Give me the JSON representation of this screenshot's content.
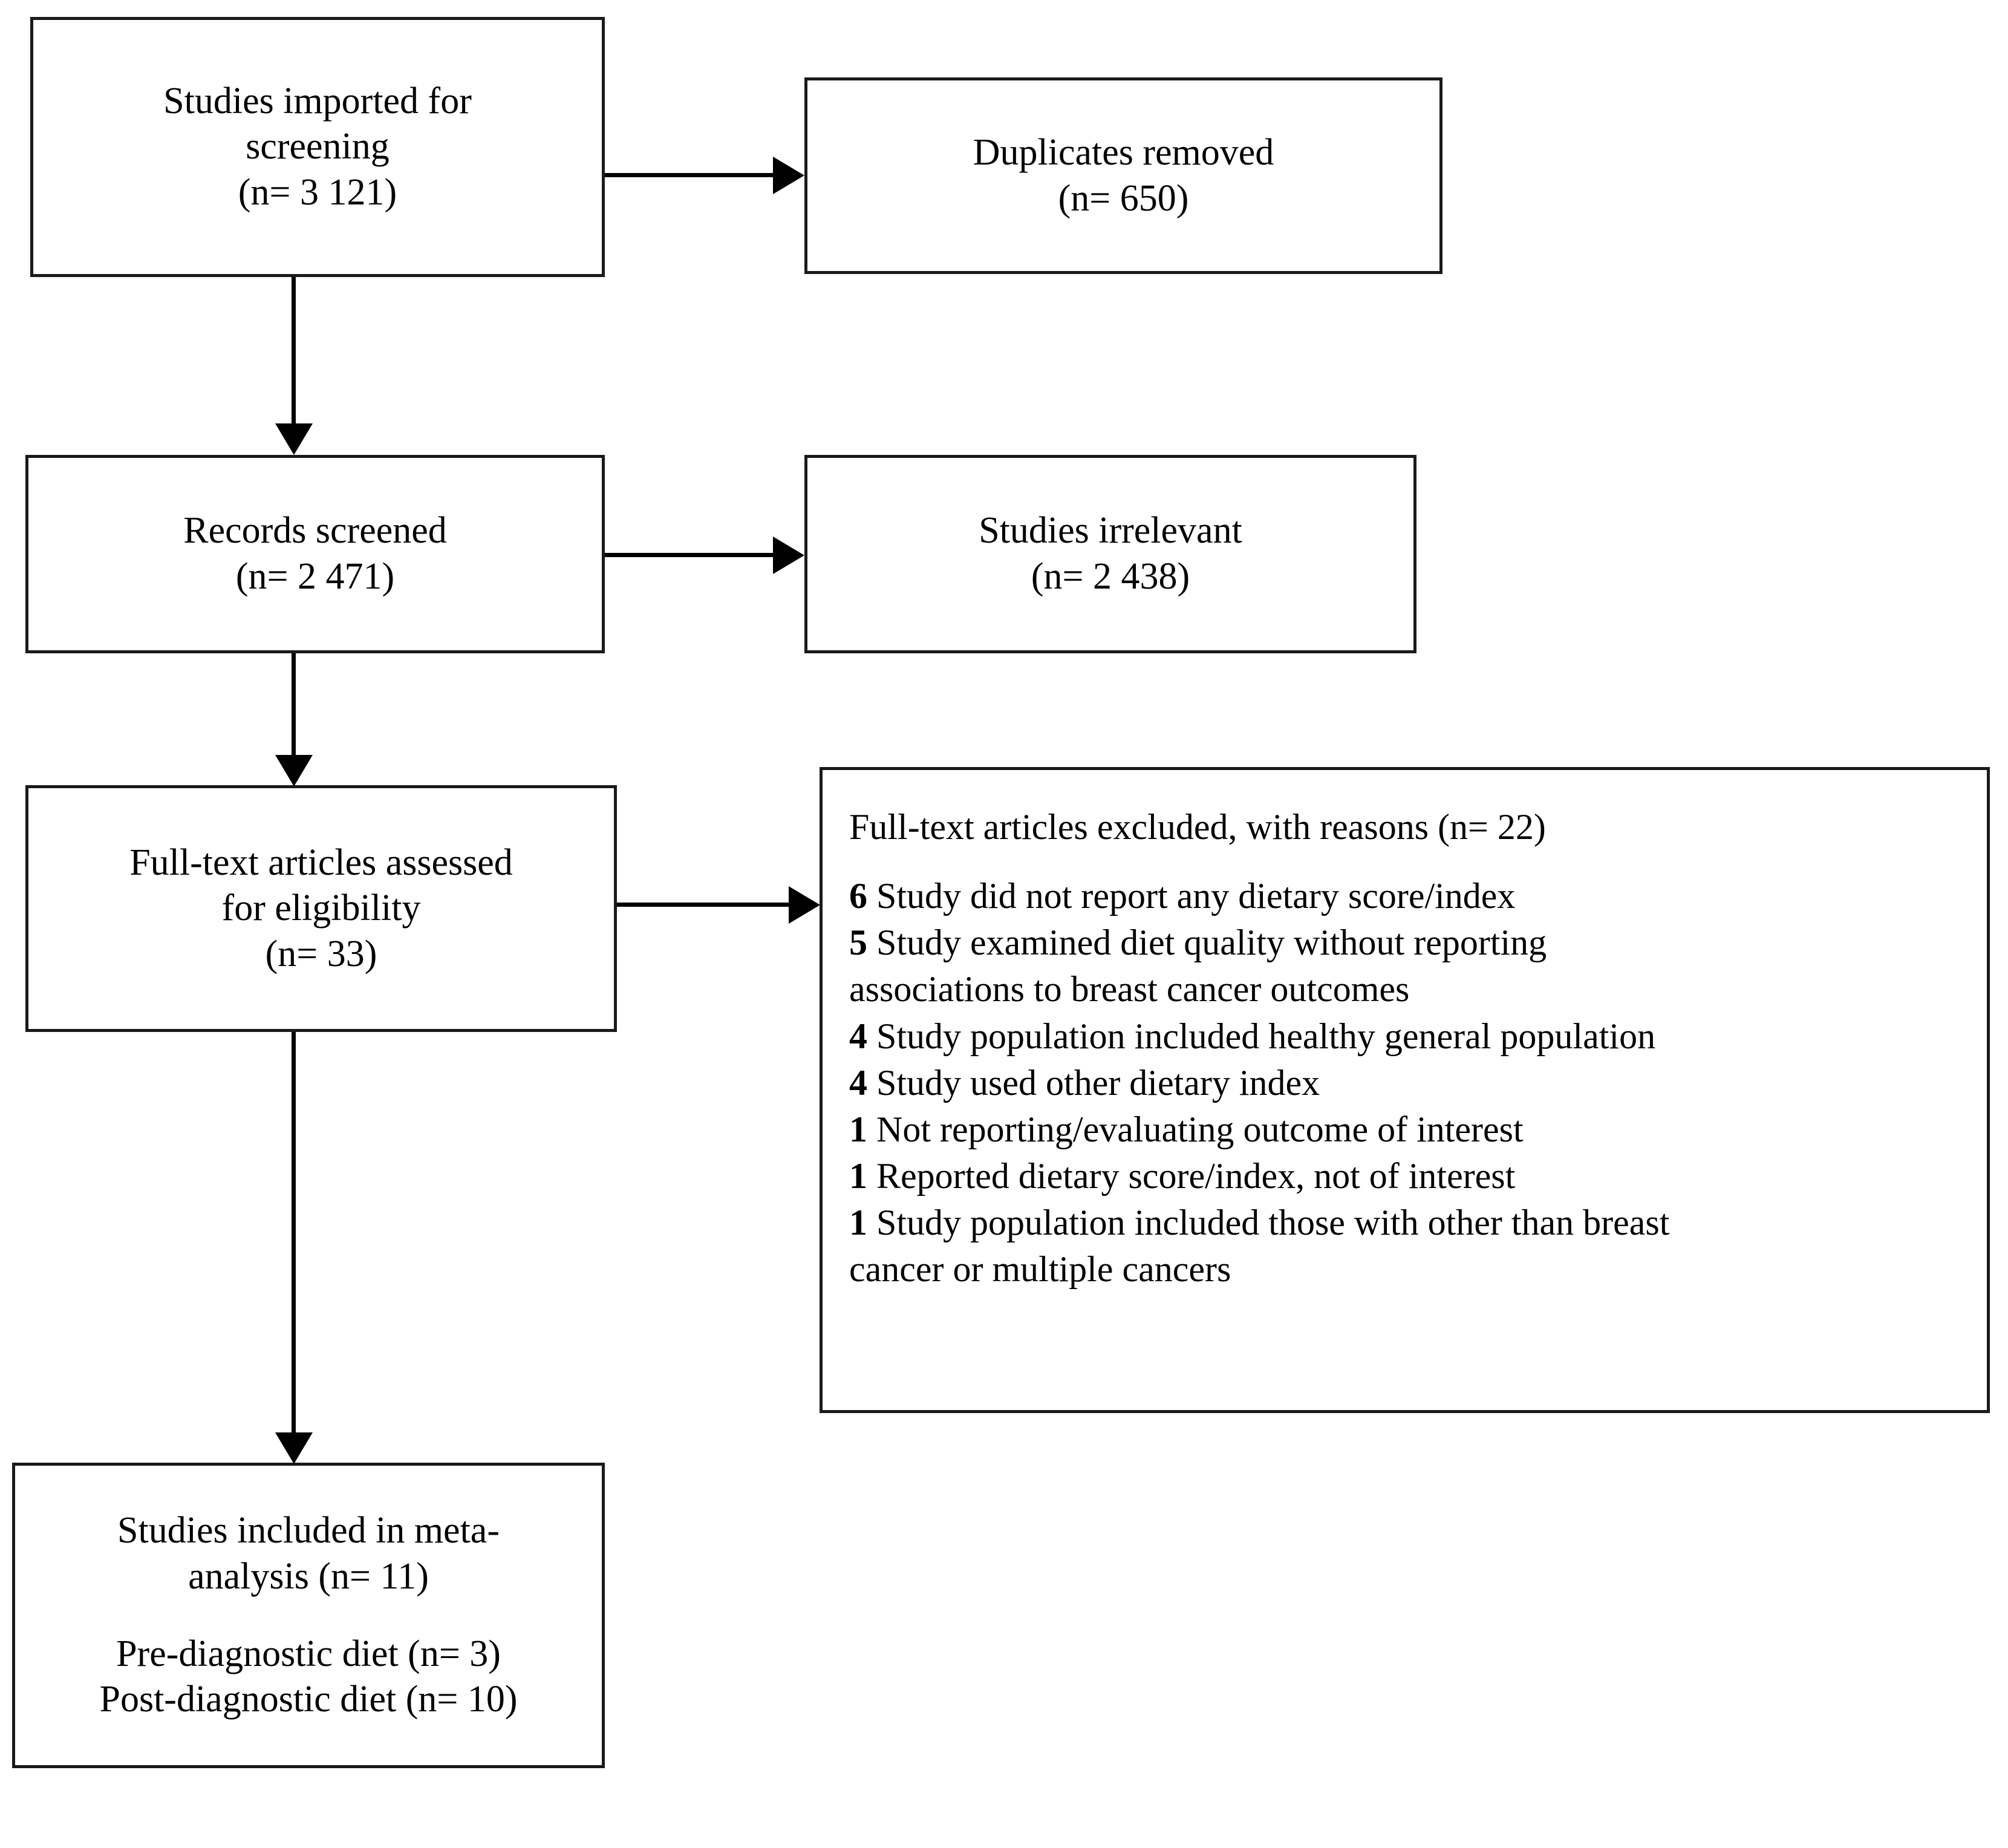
{
  "diagram": {
    "type": "prisma-flow-diagram",
    "nodes": {
      "imported": {
        "lines": [
          "Studies imported for",
          "screening",
          "(n= 3 121)"
        ],
        "count": 3121
      },
      "duplicates": {
        "lines": [
          "Duplicates removed",
          "(n= 650)"
        ],
        "count": 650
      },
      "screened": {
        "lines": [
          "Records screened",
          "(n= 2 471)"
        ],
        "count": 2471
      },
      "irrelevant": {
        "lines": [
          "Studies irrelevant",
          "(n= 2 438)"
        ],
        "count": 2438
      },
      "fulltext": {
        "lines": [
          "Full-text articles assessed",
          "for eligibility",
          "(n= 33)"
        ],
        "count": 33
      },
      "excluded": {
        "title": "Full-text articles excluded, with reasons (n= 22)",
        "count": 22,
        "reasons": [
          {
            "n": "6",
            "text": " Study did not report any dietary score/index"
          },
          {
            "n": "5",
            "text": " Study examined diet quality without reporting"
          },
          {
            "n": "",
            "text": "associations to breast cancer outcomes"
          },
          {
            "n": "4",
            "text": " Study population included healthy general population"
          },
          {
            "n": "4",
            "text": " Study used other dietary index"
          },
          {
            "n": "1",
            "text": " Not reporting/evaluating outcome of interest"
          },
          {
            "n": "1",
            "text": " Reported dietary score/index, not of interest"
          },
          {
            "n": "1",
            "text": " Study population included those with other than breast"
          },
          {
            "n": "",
            "text": "cancer or multiple cancers"
          }
        ]
      },
      "included": {
        "lines": [
          "Studies included in meta-",
          "analysis (n= 11)",
          "Pre-diagnostic diet (n= 3)",
          "Post-diagnostic diet (n= 10)"
        ],
        "total": 11,
        "pre_diagnostic": 3,
        "post_diagnostic": 10
      }
    },
    "colors": {
      "border": "#1a1a1a",
      "text": "#000000",
      "background": "#ffffff",
      "arrow": "#000000"
    }
  }
}
